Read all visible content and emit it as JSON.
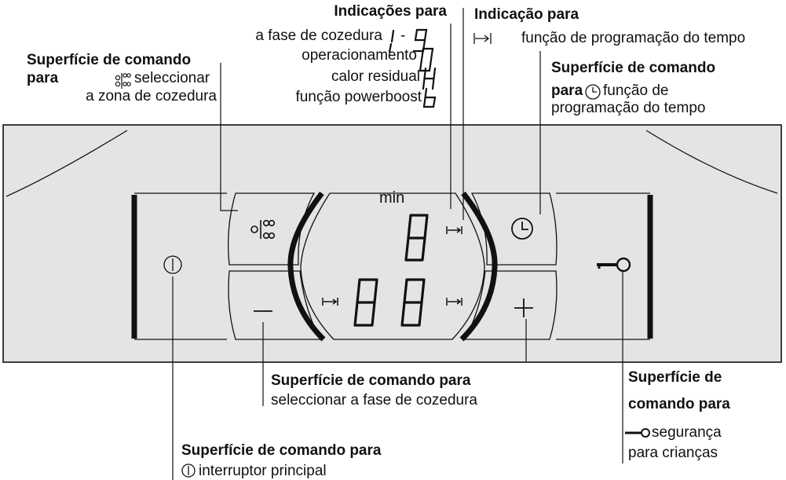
{
  "callouts": {
    "select_zone": {
      "title": "Superfície de comando",
      "line2_bold": "para",
      "line2_text": "seleccionar",
      "line3": "a zona de cozedura"
    },
    "indications": {
      "title": "Indicações para",
      "line1": "a fase de cozedura",
      "line1_range_start": "1",
      "line1_range_sep": "-",
      "line1_range_end": "9",
      "line2": "operacionamento",
      "line2_symbol": "0",
      "line3": "calor residual",
      "line3_symbol": "H",
      "line4": "função powerboost",
      "line4_symbol": "b"
    },
    "timer_indication": {
      "title": "Indicação para",
      "text": "função de programação do tempo"
    },
    "timer_control": {
      "title": "Superfície de comando",
      "line2_bold": "para",
      "line2_text": "função de",
      "line3": "programação do tempo"
    },
    "select_level": {
      "title": "Superfície de comando para",
      "line2": "seleccionar a fase de cozedura"
    },
    "main_switch": {
      "title": "Superfície de comando para",
      "line2": "interruptor principal"
    },
    "child_lock": {
      "title_line1": "Superfície de",
      "title_line2": "comando para",
      "line3": "segurança",
      "line4": "para crianças"
    }
  },
  "panel": {
    "min_label": "min"
  },
  "icons": [
    "power-icon",
    "zone-select-icon",
    "minus-icon",
    "plus-icon",
    "clock-icon",
    "key-icon",
    "timer-arrow-icon"
  ]
}
